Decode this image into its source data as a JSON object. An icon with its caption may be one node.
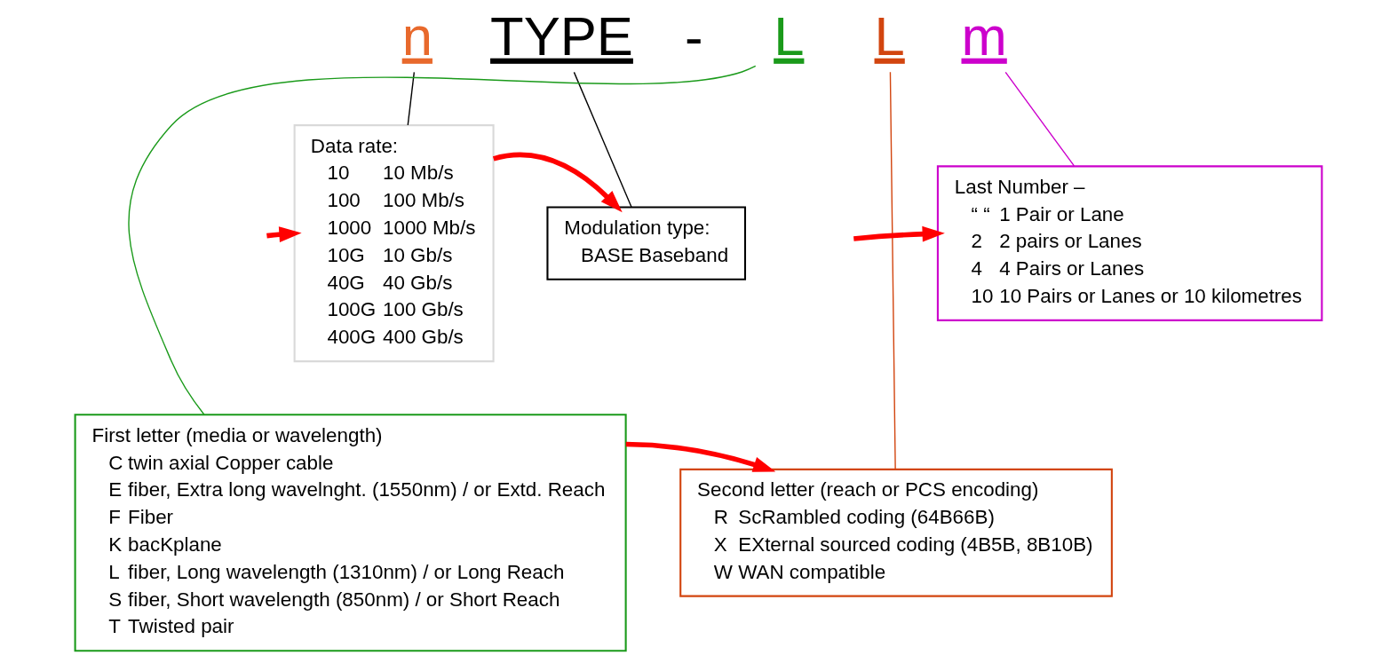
{
  "diagram": {
    "nodes": [
      {
        "text": [
          "n"
        ]
      },
      {
        "text": [
          "TYPE"
        ]
      },
      {
        "text": [
          "L"
        ]
      },
      {
        "text": [
          "L"
        ]
      },
      {
        "text": [
          "m"
        ]
      },
      {
        "text": [
          "Data rate:",
          "10",
          "10 Mb/s",
          "100",
          "100 Mb/s",
          "1000",
          "1000 Mb/s",
          "10G",
          "10 Gb/s",
          "40G",
          "40 Gb/s",
          "100G",
          "100 Gb/s",
          "400G",
          "400 Gb/s"
        ]
      },
      {
        "text": [
          "Modulation type:",
          "BASE",
          "Baseband"
        ]
      },
      {
        "text": [
          "Last Number –",
          "“ “",
          "1 Pair or Lane",
          "2",
          "2 pairs or Lanes",
          "4",
          "4 Pairs or Lanes",
          "10",
          "10 Pairs or Lanes or 10 kilometres"
        ]
      },
      {
        "text": [
          "First letter (media or wavelength)",
          "C",
          "twin axial Copper cable",
          "E",
          "fiber, Extra long wavelnght. (1550nm) / or Extd. Reach",
          "F",
          "Fiber",
          "K",
          "bacKplane",
          "L",
          "fiber, Long wavelength (1310nm) / or Long Reach",
          "S",
          "fiber, Short wavelength (850nm) / or Short Reach",
          "T",
          "Twisted pair"
        ]
      },
      {
        "text": [
          "Second letter (reach or PCS encoding)",
          "R",
          "ScRambled coding (64B66B)",
          "X",
          "EXternal sourced coding (4B5B, 8B10B)",
          "W",
          "WAN compatible"
        ]
      }
    ],
    "edges": [
      {
        "from": 0,
        "to": 5,
        "arrow": "none",
        "color": "#000000"
      },
      {
        "from": 1,
        "to": 6,
        "arrow": "none",
        "color": "#000000"
      },
      {
        "from": 2,
        "to": 8,
        "arrow": "none",
        "color": "#1a9a1a"
      },
      {
        "from": 3,
        "to": 9,
        "arrow": "none",
        "color": "#d2450f"
      },
      {
        "from": 4,
        "to": 7,
        "arrow": "none",
        "color": "#cc00cc"
      },
      {
        "from": null,
        "to": 5,
        "arrow": "to",
        "style": "thick",
        "color": "#ff0000"
      },
      {
        "from": 5,
        "to": 6,
        "arrow": "to",
        "style": "thick",
        "color": "#ff0000"
      },
      {
        "from": null,
        "to": 7,
        "arrow": "to",
        "style": "thick",
        "color": "#ff0000"
      },
      {
        "from": 8,
        "to": 9,
        "arrow": "to",
        "style": "thick",
        "color": "#ff0000"
      }
    ],
    "labels": [
      "-"
    ]
  }
}
